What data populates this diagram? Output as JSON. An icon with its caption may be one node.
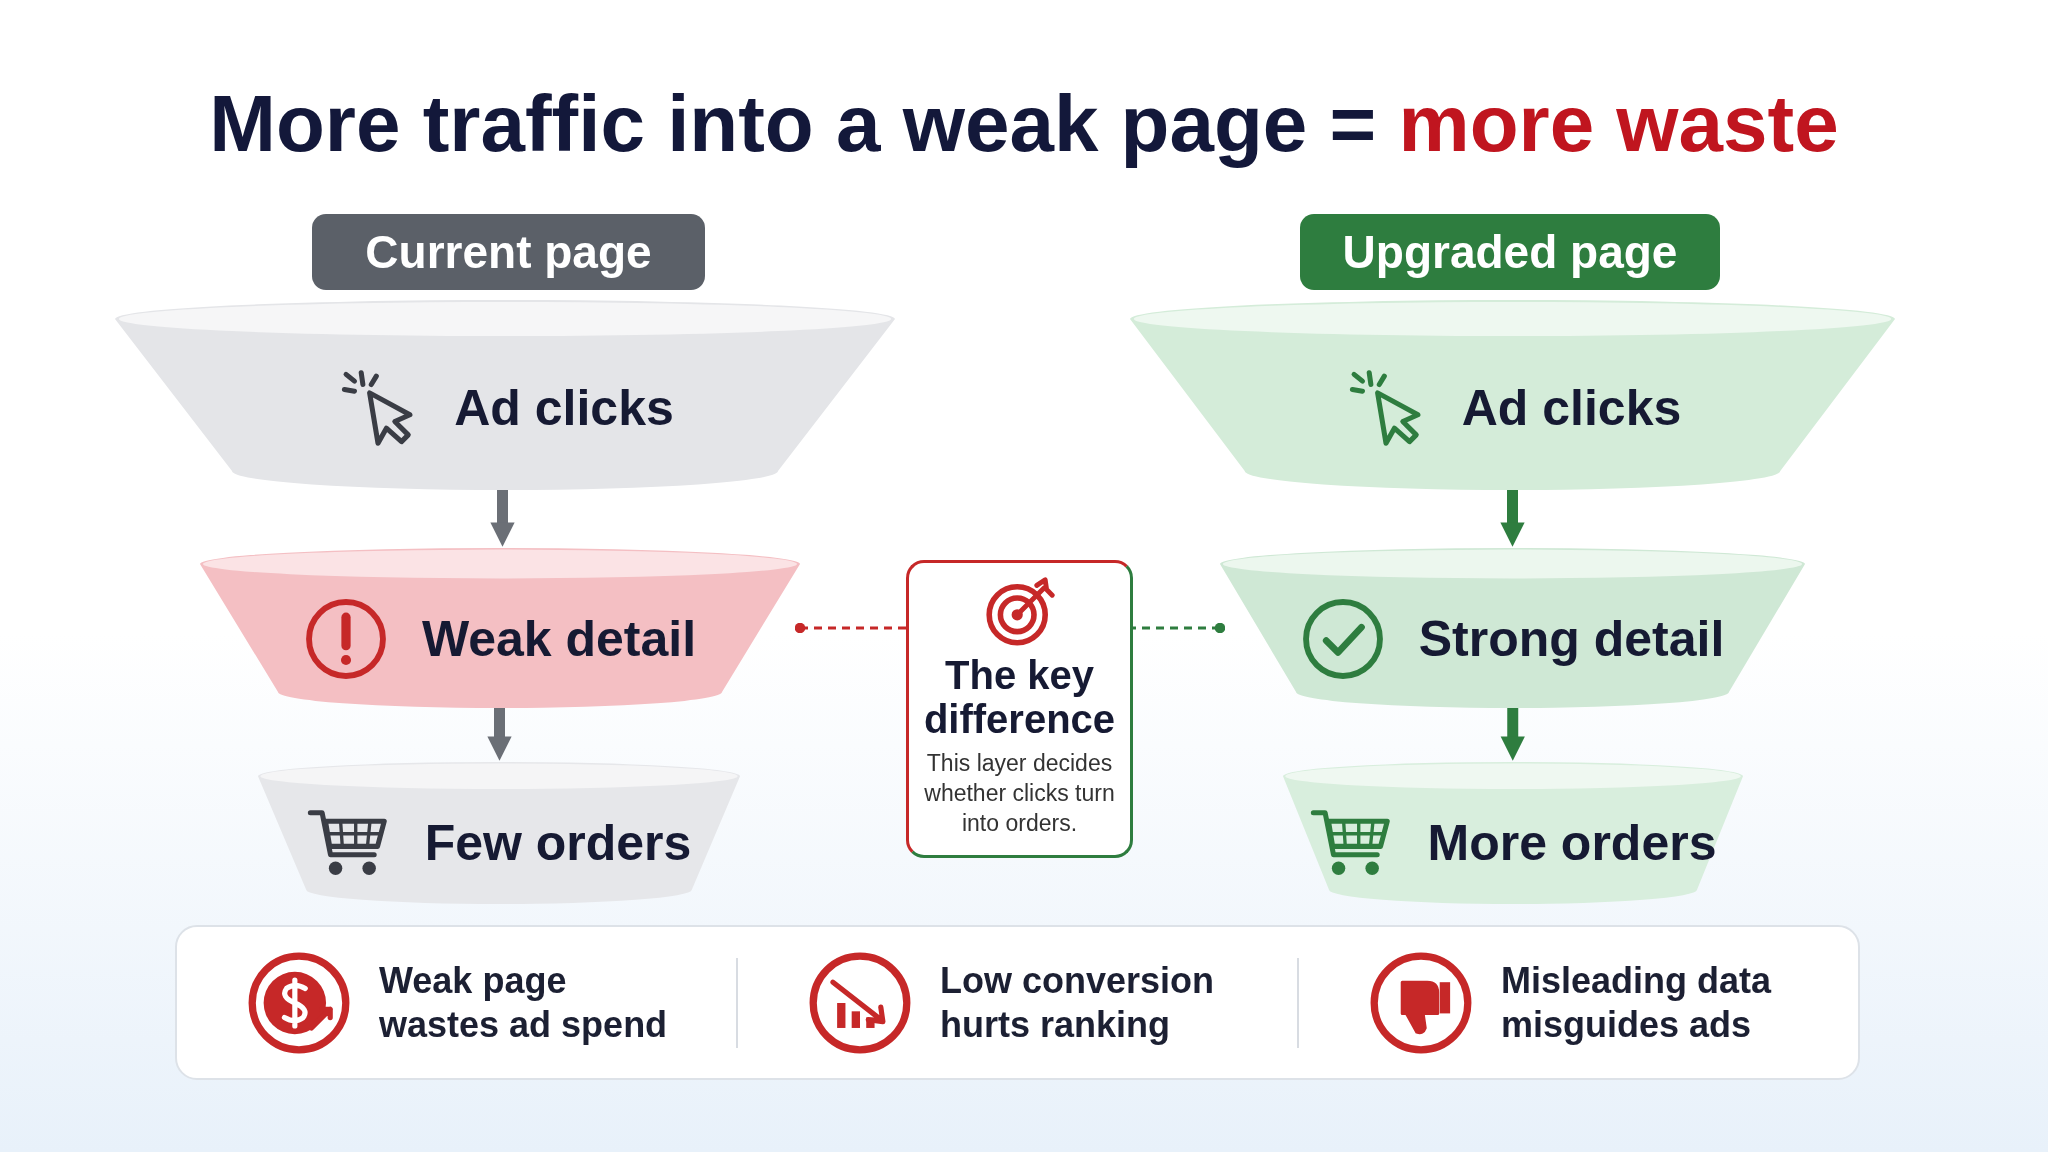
{
  "diagram": {
    "title": "More traffic into a weak page = more waste",
    "nodes": [
      {
        "text": [
          "Current page"
        ]
      },
      {
        "text": [
          "Ad clicks"
        ]
      },
      {
        "text": [
          "Weak detail"
        ]
      },
      {
        "text": [
          "Few orders"
        ]
      },
      {
        "text": [
          "Upgraded page"
        ]
      },
      {
        "text": [
          "Ad clicks"
        ]
      },
      {
        "text": [
          "Strong detail"
        ]
      },
      {
        "text": [
          "More orders"
        ]
      },
      {
        "text": [
          "The key difference",
          "This layer decides whether clicks turn into orders."
        ]
      },
      {
        "text": [
          "Weak page wastes ad spend",
          "Low conversion hurts ranking",
          "Misleading data misguides ads"
        ]
      }
    ],
    "edges": [
      {
        "from": 1,
        "to": 2,
        "arrow": "to",
        "color": "#6b6f76"
      },
      {
        "from": 2,
        "to": 3,
        "arrow": "to",
        "color": "#6b6f76"
      },
      {
        "from": 5,
        "to": 6,
        "arrow": "to",
        "color": "#2e7d3f"
      },
      {
        "from": 6,
        "to": 7,
        "arrow": "to",
        "color": "#2e7d3f"
      },
      {
        "from": 2,
        "to": 8,
        "arrow": "other",
        "style": "dashed",
        "color": "#c62828"
      },
      {
        "from": 6,
        "to": 8,
        "arrow": "other",
        "style": "dashed",
        "color": "#2e7d3f"
      }
    ]
  }
}
